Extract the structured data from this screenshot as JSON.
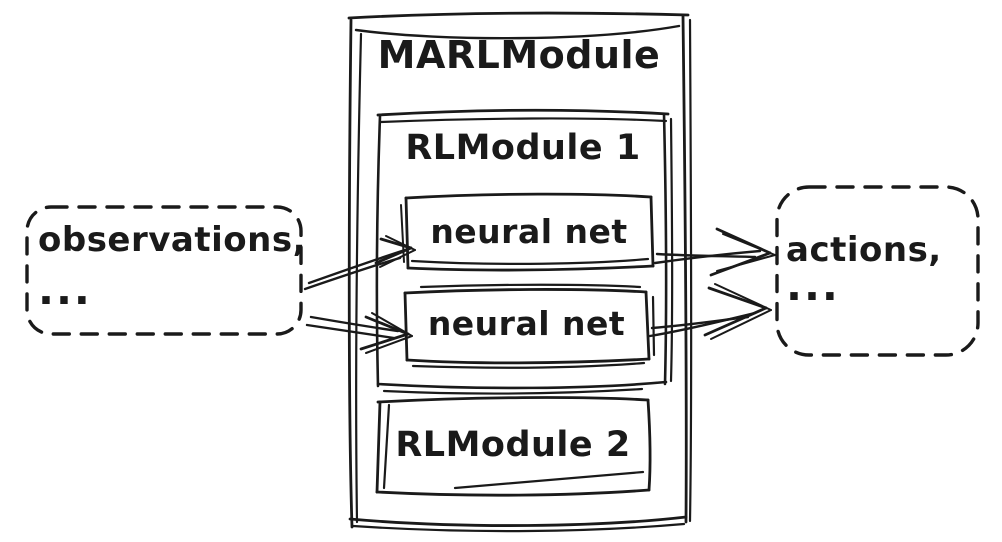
{
  "colors": {
    "ink": "#1a1a1a",
    "background": "#ffffff"
  },
  "diagram": {
    "style": "hand-drawn sketch",
    "marl_module": {
      "title": "MARLModule",
      "rl_module_1": {
        "title": "RLModule 1",
        "neural_nets": [
          "neural net",
          "neural net"
        ]
      },
      "rl_module_2": {
        "title": "RLModule 2"
      }
    },
    "input": {
      "line1": "observations,",
      "line2": "..."
    },
    "output": {
      "line1": "actions,",
      "line2": "..."
    },
    "arrows": [
      {
        "from": "observations",
        "to": "neural net 1 (RLModule 1)"
      },
      {
        "from": "observations",
        "to": "neural net 2 (RLModule 1)"
      },
      {
        "from": "neural net 1 (RLModule 1)",
        "to": "actions"
      },
      {
        "from": "neural net 2 (RLModule 1)",
        "to": "actions"
      }
    ]
  }
}
